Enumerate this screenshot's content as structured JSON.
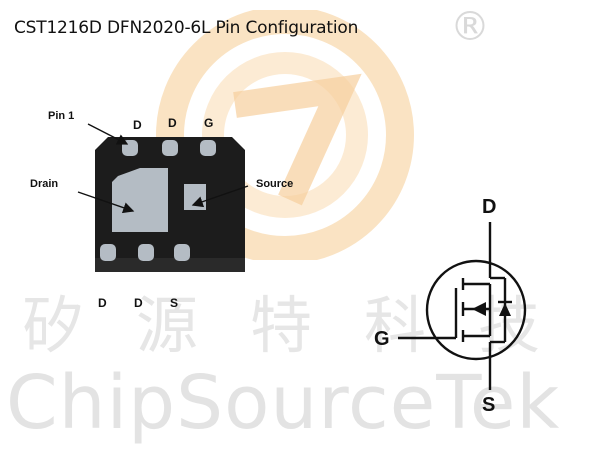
{
  "title": "CST1216D DFN2020-6L Pin Configuration",
  "watermark": {
    "registered_mark": "®",
    "chinese": "矽源特科技",
    "english": "ChipSourceTek"
  },
  "package": {
    "pin1_label": "Pin 1",
    "drain_label": "Drain",
    "source_label": "Source",
    "top_pins": [
      "D",
      "D",
      "G"
    ],
    "bottom_pins": [
      "D",
      "D",
      "S"
    ]
  },
  "symbol": {
    "drain": "D",
    "gate": "G",
    "source": "S"
  },
  "colors": {
    "watermark_orange": "#f7d4a3",
    "package_body": "#1c1c1c",
    "pad": "#b4bcc4"
  }
}
